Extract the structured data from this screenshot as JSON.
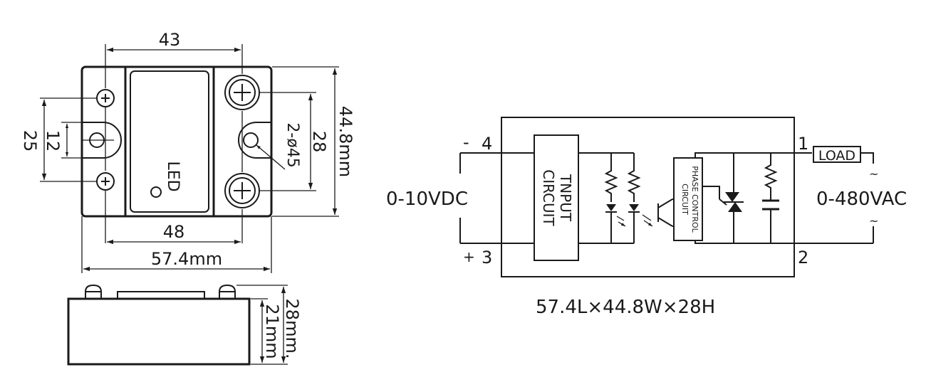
{
  "top_view": {
    "dim_43": "43",
    "dim_48": "48",
    "dim_57_4": "57.4mm",
    "dim_25": "25",
    "dim_12": "12",
    "dim_28": "28",
    "dim_44_8": "44.8mm",
    "hole_label": "2-ø45",
    "led_label": "LED"
  },
  "side_view": {
    "dim_21": "21mm",
    "dim_28": "28mm."
  },
  "schematic": {
    "pin4": "4",
    "pin4_sign": "-",
    "pin3": "3",
    "pin3_sign": "+",
    "pin1": "1",
    "pin2": "2",
    "input_range": "0-10VDC",
    "output_range": "0-480VAC",
    "load": "LOAD",
    "input_circuit_line1": "TNPUT",
    "input_circuit_line2": "CIRCUIT",
    "phase_line1": "PHASE CONTROL",
    "phase_line2": "CIRCUIT",
    "ac_symbol": "~",
    "size_caption": "57.4L×44.8W×28H"
  }
}
